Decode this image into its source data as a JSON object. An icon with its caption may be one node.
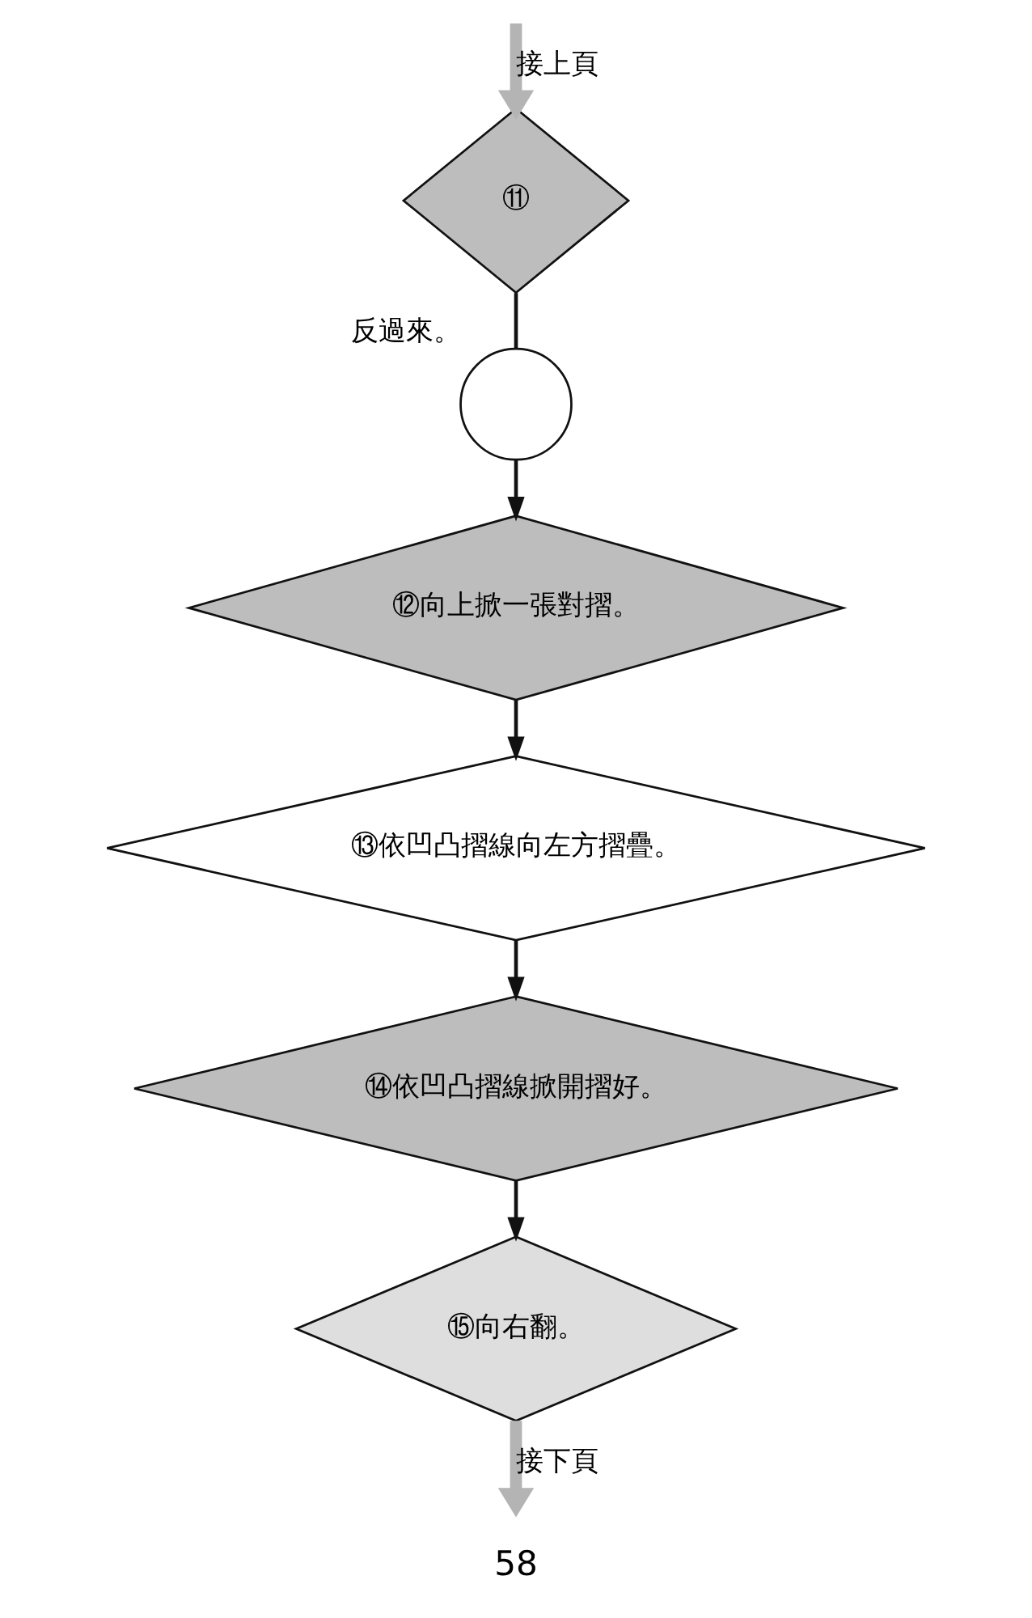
{
  "diagram": {
    "nodes": [
      {
        "text": [
          "⑪"
        ]
      },
      {
        "text": [],
        "shape": "circle",
        "beside": [
          "反過來。"
        ]
      },
      {
        "text": [
          "⑫向上掀一張對摺。"
        ]
      },
      {
        "text": [
          "⑬依凹凸摺線向左方摺疊。"
        ]
      },
      {
        "text": [
          "⑭依凹凸摺線掀開摺好。"
        ]
      },
      {
        "text": [
          "⑮向右翻。"
        ]
      }
    ],
    "edges": [
      {
        "from": null,
        "to": 0,
        "arrow": "to",
        "label": "接上頁",
        "style": "thick",
        "color": "#b4b4b4"
      },
      {
        "from": 0,
        "to": 1,
        "arrow": "none"
      },
      {
        "from": 1,
        "to": 2,
        "arrow": "to"
      },
      {
        "from": 2,
        "to": 3,
        "arrow": "to"
      },
      {
        "from": 3,
        "to": 4,
        "arrow": "to"
      },
      {
        "from": 4,
        "to": 5,
        "arrow": "to"
      },
      {
        "from": 5,
        "to": null,
        "arrow": "to",
        "label": "接下頁",
        "style": "thick",
        "color": "#b4b4b4"
      }
    ],
    "labels": [
      "58"
    ]
  }
}
